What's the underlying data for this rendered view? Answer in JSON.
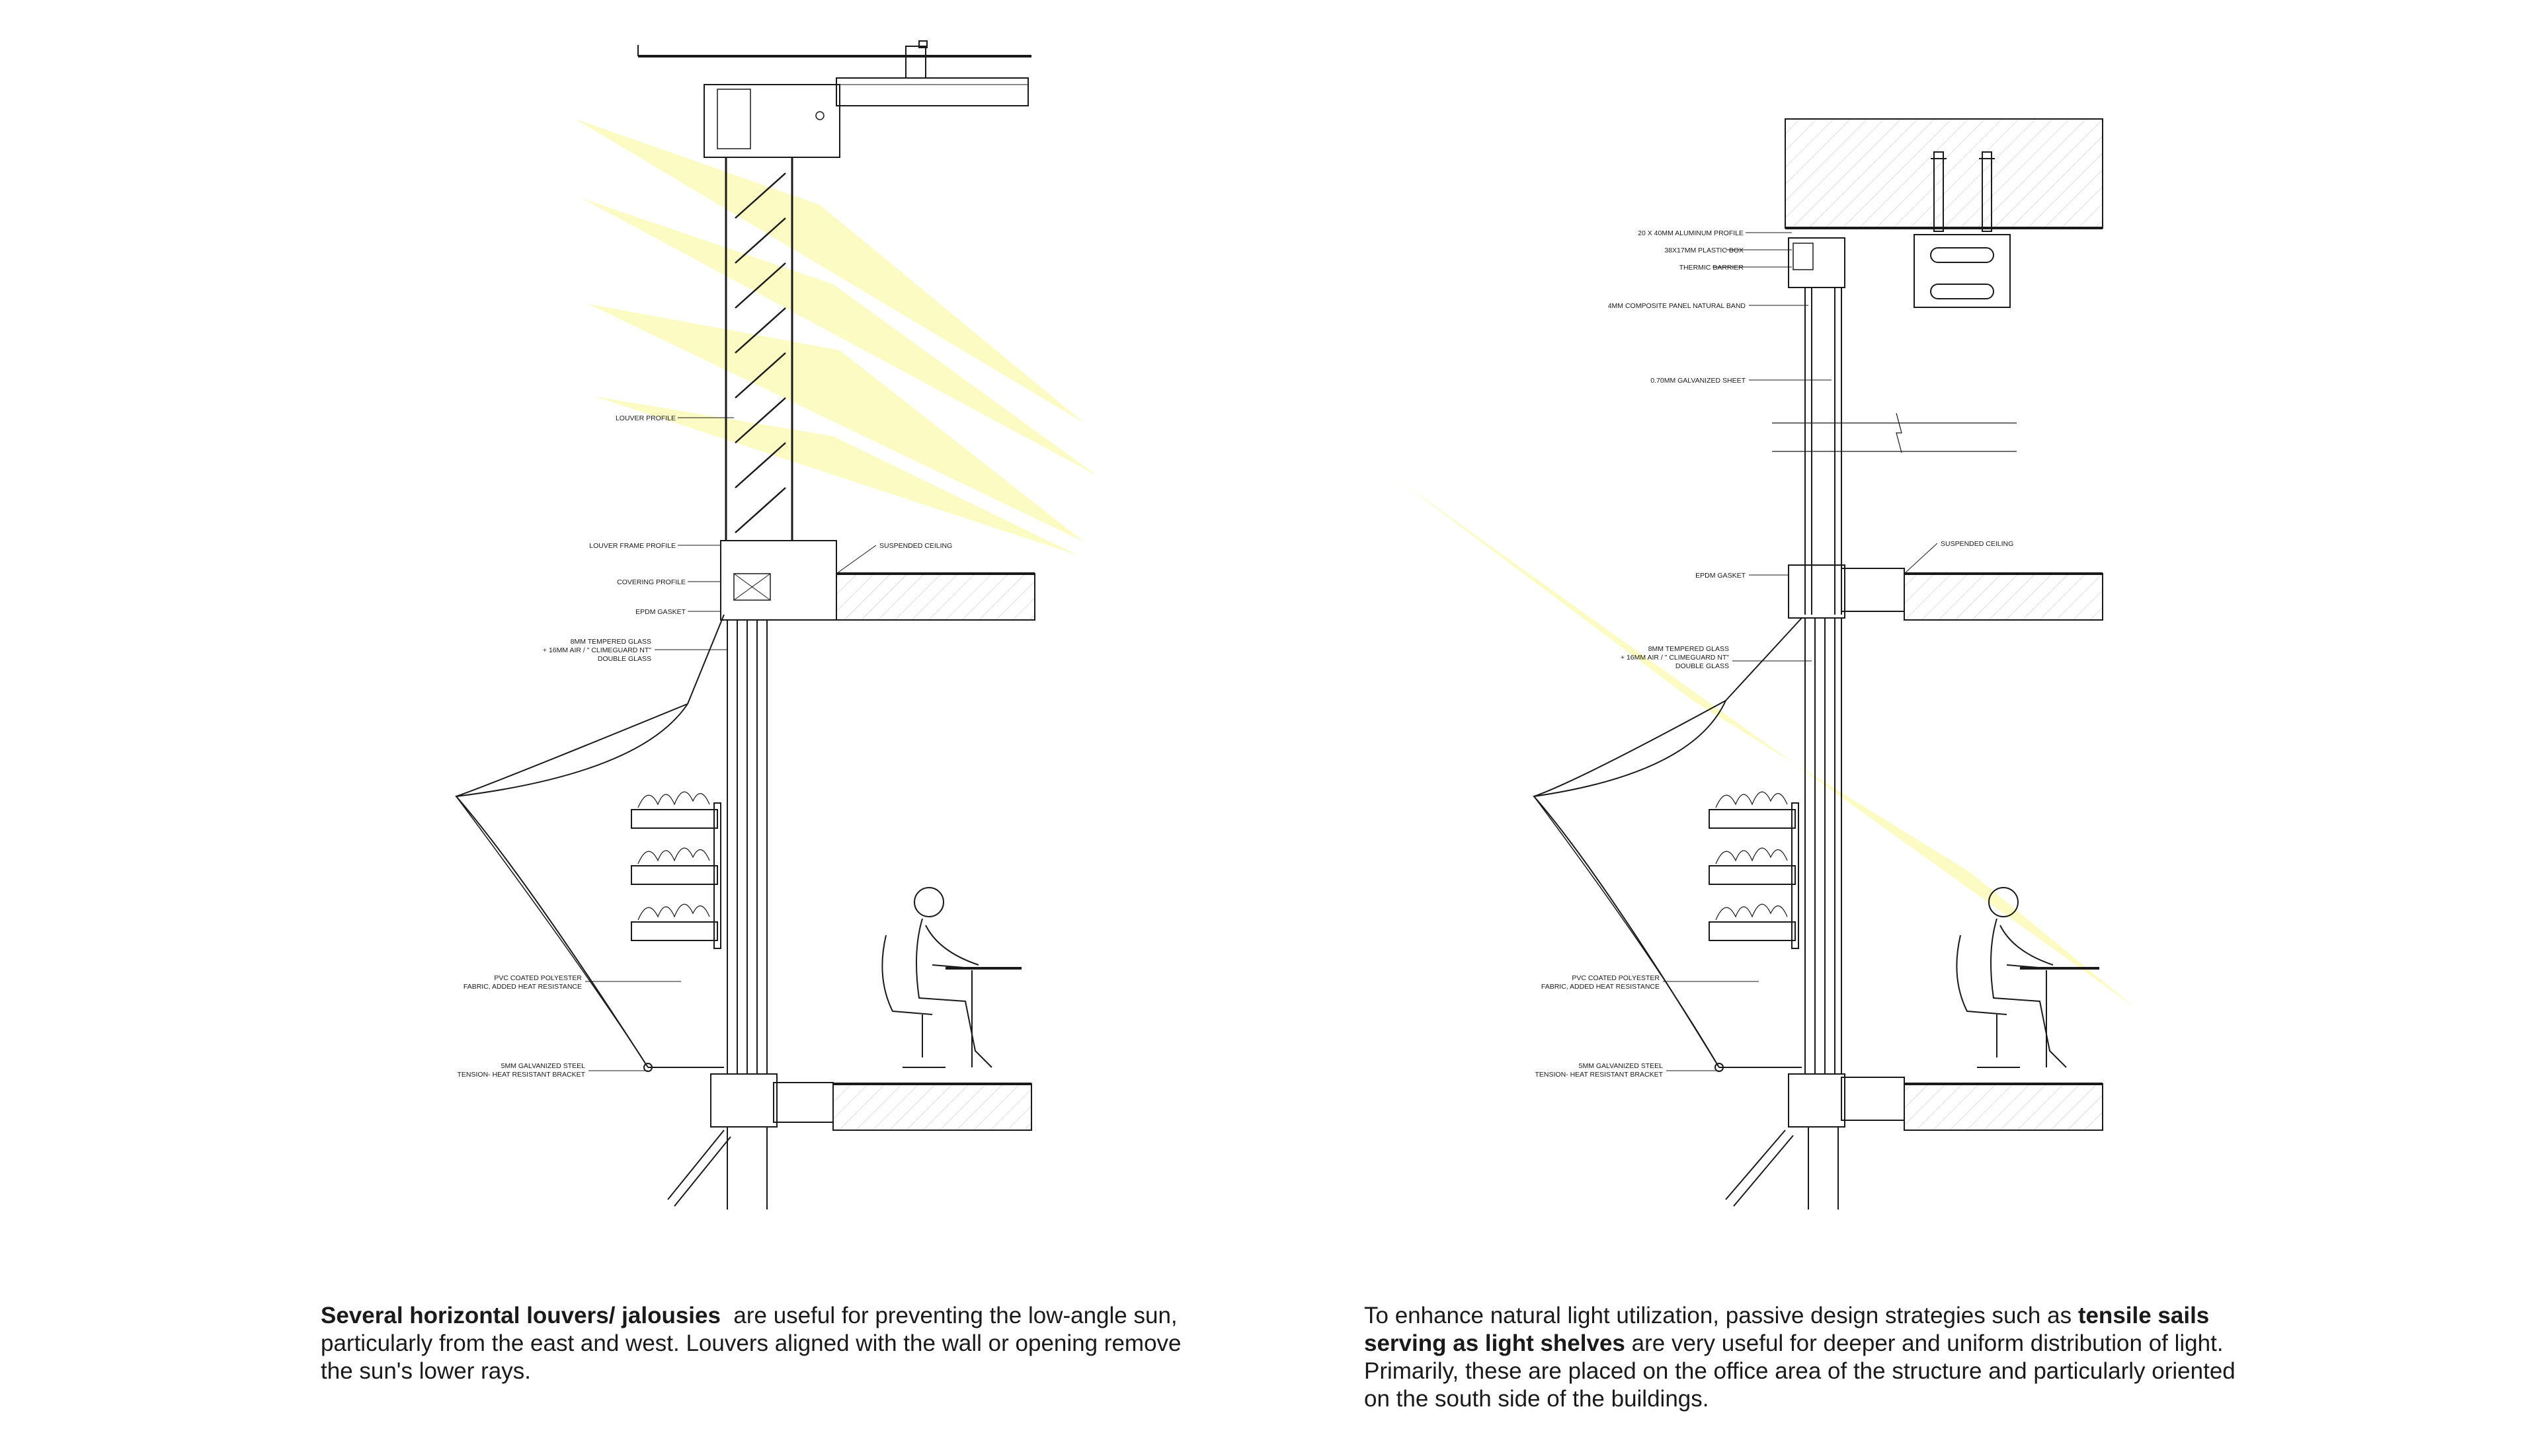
{
  "left_section": {
    "labels": {
      "louver_profile": "LOUVER PROFILE",
      "louver_frame_profile": "LOUVER FRAME PROFILE",
      "suspended_ceiling": "SUSPENDED CEILING",
      "covering_profile": "COVERING PROFILE",
      "epdm_gasket": "EPDM GASKET",
      "glass_line1": "8MM TEMPERED GLASS",
      "glass_line2": "+ 16MM AIR / \" CLIMEGUARD NT\"",
      "glass_line3": "DOUBLE GLASS",
      "fabric_line1": "PVC COATED POLYESTER",
      "fabric_line2": "FABRIC, ADDED HEAT RESISTANCE",
      "steel_line1": "5MM GALVANIZED STEEL",
      "steel_line2": "TENSION- HEAT RESISTANT BRACKET"
    }
  },
  "right_section": {
    "labels": {
      "aluminum_profile": "20 X 40MM ALUMINUM PROFILE",
      "plastic_box": "38X17MM PLASTIC BOX",
      "thermic_barrier": "THERMIC BARRIER",
      "composite_panel": "4MM COMPOSITE PANEL NATURAL BAND",
      "galvanized_sheet": "0.70MM GALVANIZED SHEET",
      "suspended_ceiling": "SUSPENDED CEILING",
      "epdm_gasket": "EPDM GASKET",
      "glass_line1": "8MM TEMPERED GLASS",
      "glass_line2": "+ 16MM AIR / \" CLIMEGUARD NT\"",
      "glass_line3": "DOUBLE GLASS",
      "fabric_line1": "PVC COATED POLYESTER",
      "fabric_line2": "FABRIC, ADDED HEAT RESISTANCE",
      "steel_line1": "5MM GALVANIZED STEEL",
      "steel_line2": "TENSION- HEAT RESISTANT BRACKET"
    }
  },
  "captions": {
    "left": {
      "bold": "Several horizontal louvers/ jalousies",
      "rest": "  are useful for preventing the low-angle sun, particularly from the east and west. Louvers aligned with the wall or opening remove the sun's lower rays."
    },
    "right": {
      "part1": "To enhance natural light utilization, passive design strategies such as ",
      "bold": "tensile sails serving as light shelves",
      "part2": " are very useful for deeper and uniform distribution of light. Primarily, these are placed on the office area of the structure and particularly oriented on the south side of the buildings."
    }
  },
  "colors": {
    "sun": "#fdfbc4",
    "ink": "#1a1a1a"
  }
}
